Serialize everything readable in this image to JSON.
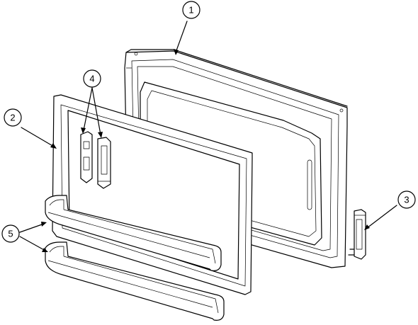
{
  "diagram": {
    "callouts": [
      {
        "id": "1",
        "label": "1"
      },
      {
        "id": "2",
        "label": "2"
      },
      {
        "id": "3",
        "label": "3"
      },
      {
        "id": "4",
        "label": "4"
      },
      {
        "id": "5",
        "label": "5"
      }
    ],
    "parts": [
      {
        "callout": "1",
        "icon": "outer-door-panel"
      },
      {
        "callout": "2",
        "icon": "inner-door-liner-frame"
      },
      {
        "callout": "3",
        "icon": "door-hinge-bracket"
      },
      {
        "callout": "4",
        "icon": "door-stop-clips"
      },
      {
        "callout": "5",
        "icon": "door-shelf-bins"
      }
    ],
    "colors": {
      "line": "#000000",
      "background": "#ffffff"
    }
  }
}
